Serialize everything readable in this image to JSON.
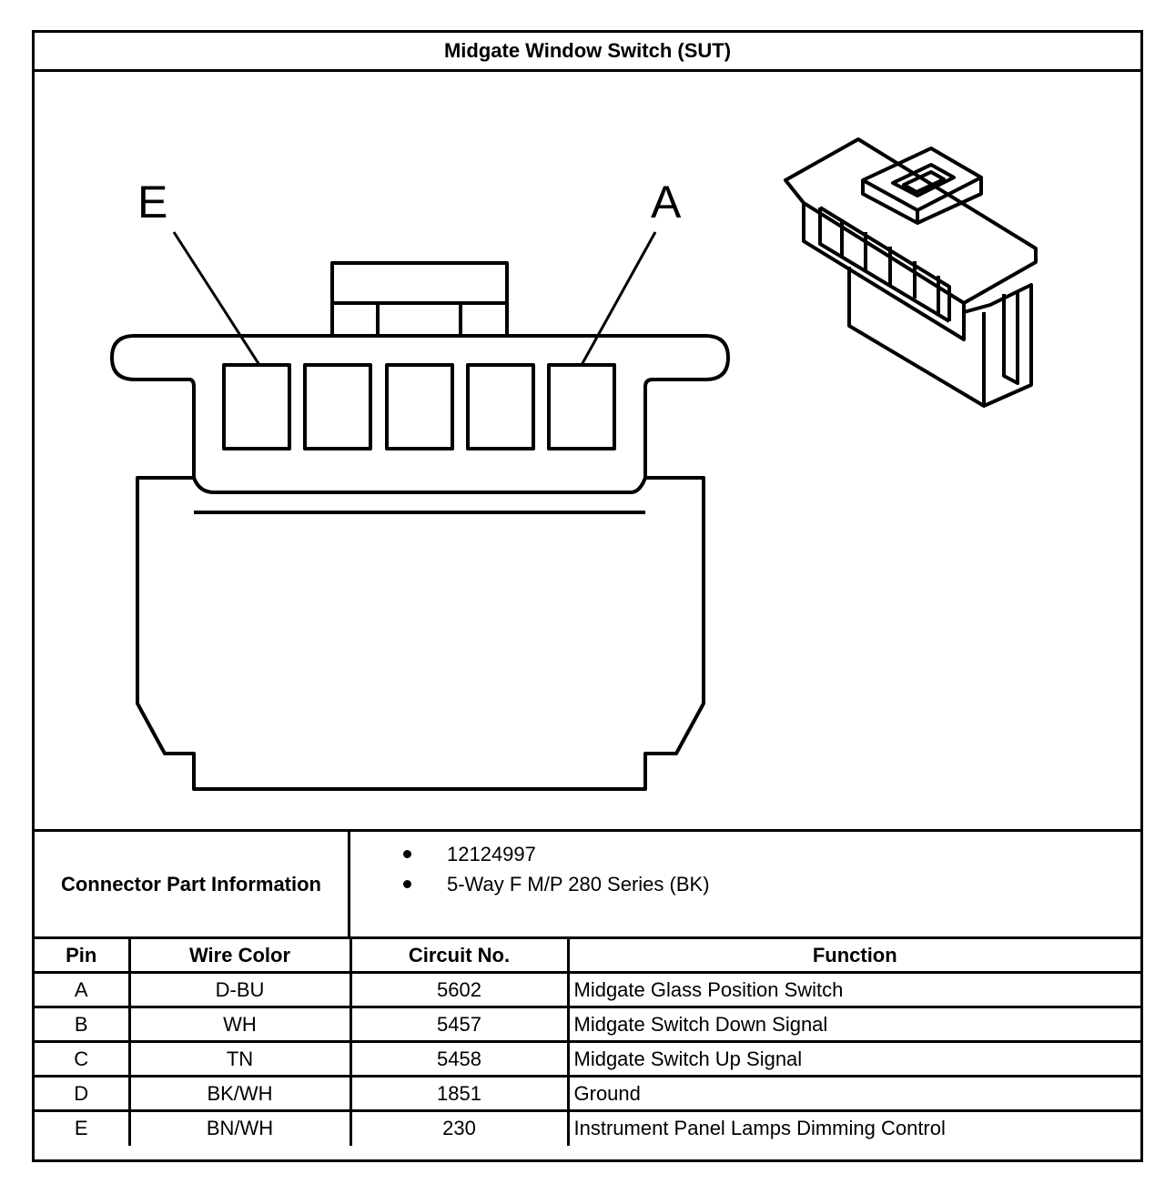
{
  "title": "Midgate Window Switch (SUT)",
  "diagram": {
    "pin_labels": {
      "left": "E",
      "right": "A"
    }
  },
  "connector_info": {
    "label": "Connector Part Information",
    "items": [
      "12124997",
      "5-Way F M/P 280 Series (BK)"
    ]
  },
  "table": {
    "headers": [
      "Pin",
      "Wire Color",
      "Circuit No.",
      "Function"
    ],
    "rows": [
      [
        "A",
        "D-BU",
        "5602",
        "Midgate Glass Position Switch"
      ],
      [
        "B",
        "WH",
        "5457",
        "Midgate Switch Down Signal"
      ],
      [
        "C",
        "TN",
        "5458",
        "Midgate Switch Up Signal"
      ],
      [
        "D",
        "BK/WH",
        "1851",
        "Ground"
      ],
      [
        "E",
        "BN/WH",
        "230",
        "Instrument Panel Lamps Dimming Control"
      ]
    ]
  }
}
